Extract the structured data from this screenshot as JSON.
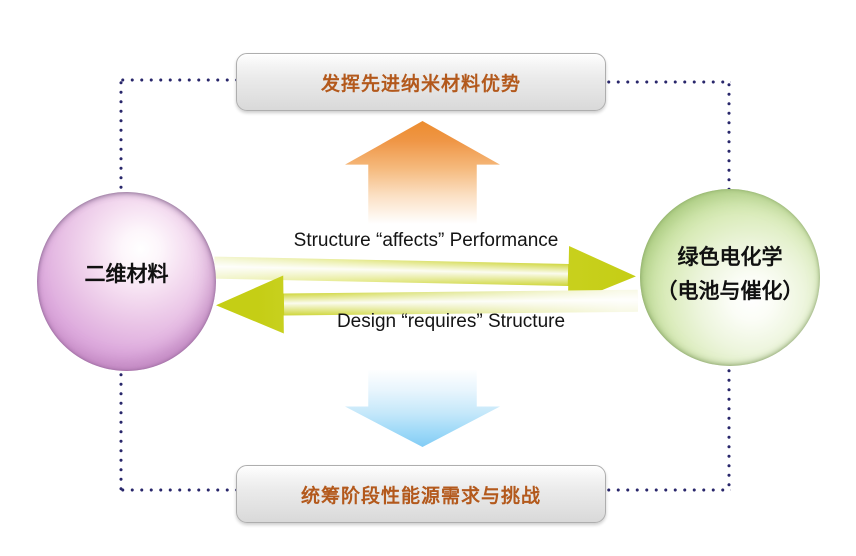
{
  "diagram": {
    "top_box_label": "发挥先进纳米材料优势",
    "bottom_box_label": "统筹阶段性能源需求与挑战",
    "left_sphere_label": "二维材料",
    "right_sphere_line1": "绿色电化学",
    "right_sphere_line2": "（电池与催化）",
    "arrow_right_label": "Structure “affects” Performance",
    "arrow_left_label": "Design “requires” Structure"
  },
  "colors": {
    "box_text": "#b3591c",
    "dotted_connector": "#29276b",
    "up_arrow": "#ec8c2e",
    "down_arrow": "#82ccf5",
    "horizontal_arrows": "#c5ce15",
    "left_sphere": "#d59cd5",
    "right_sphere": "#a6cf78"
  }
}
